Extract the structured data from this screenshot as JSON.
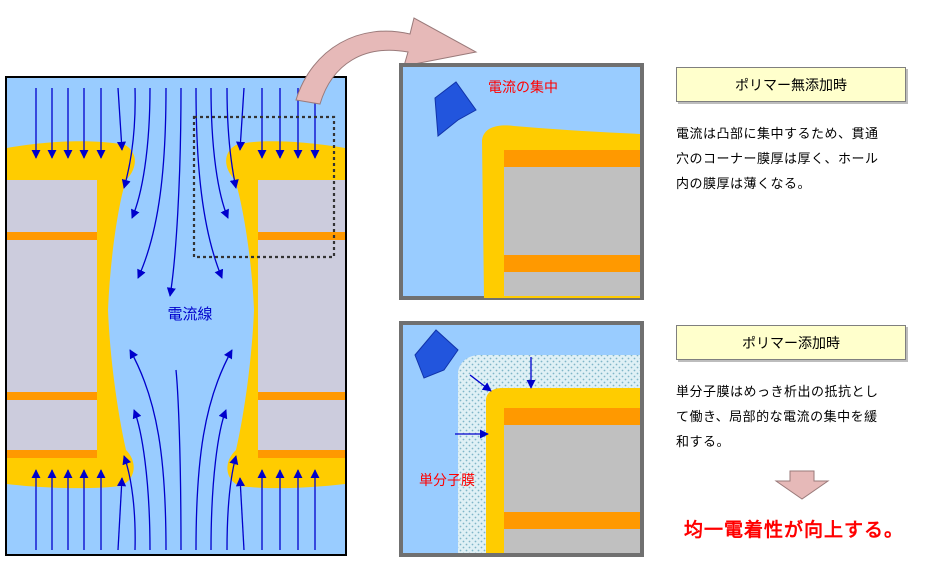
{
  "main_panel": {
    "current_lines_label": "電流線"
  },
  "top_detail": {
    "concentration_label": "電流の集中"
  },
  "bottom_detail": {
    "monolayer_label": "単分子膜"
  },
  "case_no_polymer": {
    "title": "ポリマー無添加時",
    "description_lines": [
      "電流は凸部に集中するため、貫通",
      "穴のコーナー膜厚は厚く、ホール",
      "内の膜厚は薄くなる。"
    ]
  },
  "case_polymer": {
    "title": "ポリマー添加時",
    "description_lines": [
      "単分子膜はめっき析出の抵抗とし",
      "て働き、局部的な電流の集中を緩",
      "和する。"
    ]
  },
  "conclusion": "均一電着性が向上する。",
  "colors": {
    "electrolyte": "#99ccff",
    "plating": "#ffcc00",
    "substrate_left": "#ccccdd",
    "substrate_detail": "#c0c0c0",
    "copper_layer": "#ff9900",
    "current_arrow": "#0000cc",
    "callout_arrow": "#e6b9b8",
    "highlight_text": "#ff0000",
    "label_box_fill": "#ffffcc"
  }
}
